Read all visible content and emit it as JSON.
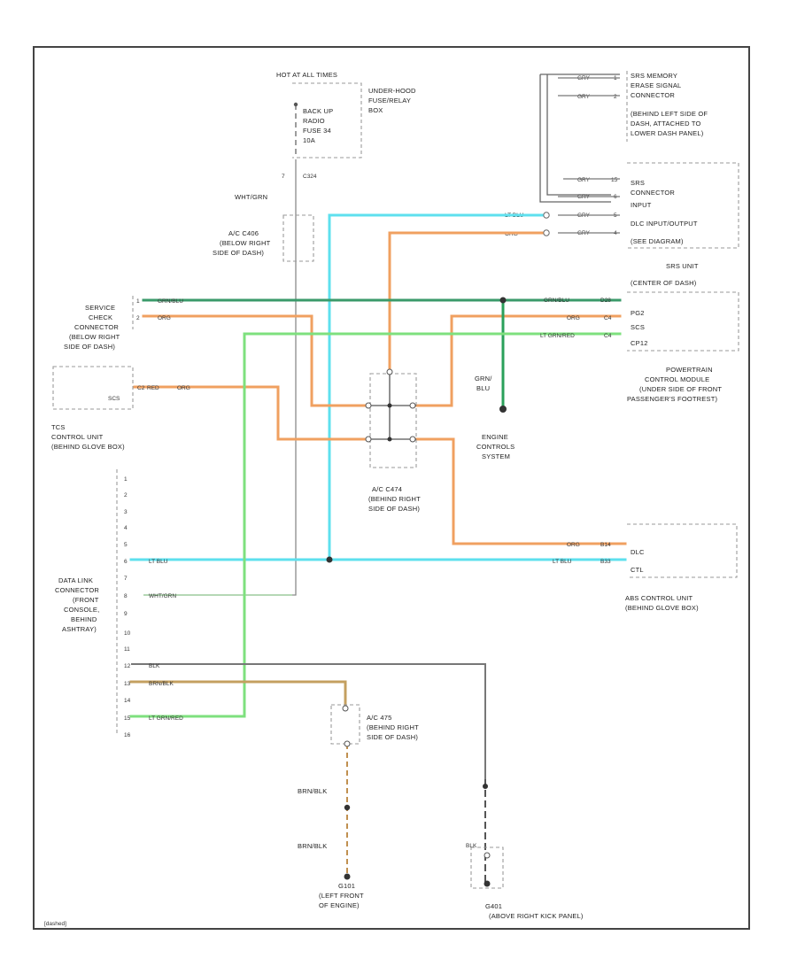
{
  "diagram": {
    "code": "[dashed]",
    "fuse_box": {
      "header": "HOT AT ALL TIMES",
      "location": [
        "UNDER-HOOD",
        "FUSE/RELAY",
        "BOX"
      ],
      "fuse": [
        "BACK UP",
        "RADIO",
        "FUSE 34",
        "10A"
      ],
      "conn": "C324"
    },
    "wht_grn": "WHT/GRN",
    "ac_c406": [
      "A/C C406",
      "(BELOW RIGHT",
      "SIDE OF DASH)"
    ],
    "srs_memory": [
      "SRS MEMORY",
      "ERASE SIGNAL",
      "CONNECTOR",
      "(BEHIND LEFT SIDE OF",
      "DASH, ATTACHED TO",
      "LOWER DASH PANEL)"
    ],
    "srs_gry": [
      "GRY",
      "GRY",
      "GRY",
      "GRY",
      "GRY",
      "GRY"
    ],
    "srs_pins": [
      "1",
      "2",
      "15",
      "6",
      "5",
      "4"
    ],
    "srs_unit": [
      "SRS",
      "CONNECTOR",
      "INPUT",
      "DLC INPUT/OUTPUT",
      "(SEE DIAGRAM)"
    ],
    "lt_blu": "LT BLU",
    "org": "ORG",
    "srs_unit2": [
      "SRS UNIT",
      "(CENTER OF DASH)"
    ],
    "service_check": [
      "SERVICE",
      "CHECK",
      "CONNECTOR",
      "(BELOW RIGHT",
      "SIDE OF DASH)"
    ],
    "sc_pins": [
      "1",
      "2"
    ],
    "sc_wires": [
      "GRN/BLU",
      "ORG"
    ],
    "sc_box": "SCS",
    "pcm_wires": [
      "GRN/BLU",
      "ORG",
      "LT GRN/RED"
    ],
    "pcm_pins": [
      "D28",
      "C4",
      "C4"
    ],
    "pcm_box": [
      "PG2",
      "SCS",
      "CP12"
    ],
    "pcm": [
      "POWERTRAIN",
      "CONTROL MODULE",
      "(UNDER SIDE OF FRONT",
      "PASSENGER'S FOOTREST)"
    ],
    "tcs": {
      "pins": [
        "SCS",
        "C2"
      ],
      "wires": [
        "RED",
        "ORG"
      ],
      "label": [
        "TCS",
        "CONTROL UNIT",
        "(BEHIND GLOVE BOX)"
      ]
    },
    "grn_blu": [
      "GRN/",
      "BLU"
    ],
    "engine_controls": [
      "ENGINE",
      "CONTROLS",
      "SYSTEM"
    ],
    "ac_c474": [
      "A/C C474",
      "(BEHIND RIGHT",
      "SIDE OF DASH)"
    ],
    "abs": {
      "wires": [
        "ORG",
        "LT BLU"
      ],
      "pins": [
        "B14",
        "B33"
      ],
      "box": [
        "DLC",
        "CTL"
      ],
      "label": [
        "ABS CONTROL UNIT",
        "(BEHIND GLOVE BOX)"
      ]
    },
    "dlc_pins": [
      "1",
      "2",
      "3",
      "4",
      "5",
      "6",
      "7",
      "8",
      "9",
      "10",
      "11",
      "12",
      "13",
      "14",
      "15",
      "16"
    ],
    "dlc_wires": [
      "LT BLU",
      "WHT/GRN",
      "BLK",
      "BRN/BLK",
      "LT GRN/RED"
    ],
    "dlc": [
      "DATA LINK",
      "CONNECTOR",
      "(FRONT",
      "CONSOLE,",
      "BEHIND",
      "ASHTRAY)"
    ],
    "ac_c475": [
      "A/C 475",
      "(BEHIND RIGHT",
      "SIDE OF DASH)"
    ],
    "brn_blk": [
      "BRN/BLK",
      "BRN/BLK"
    ],
    "g101": [
      "G101",
      "(LEFT FRONT",
      "OF ENGINE)"
    ],
    "g401": {
      "wire": "BLK",
      "label": [
        "G401",
        "(ABOVE RIGHT KICK PANEL)"
      ]
    }
  }
}
